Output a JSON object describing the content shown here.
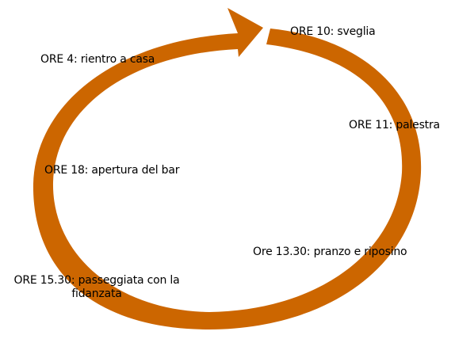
{
  "diagram": {
    "type": "cycle",
    "arrow_color": "#cc6600",
    "steps": [
      {
        "label": "ORE 10: sveglia"
      },
      {
        "label": "ORE 11: palestra"
      },
      {
        "label": "Ore 13.30: pranzo e riposino"
      },
      {
        "label": "ORE 15.30: passeggiata con la fidanzata"
      },
      {
        "label": "ORE 18: apertura del bar"
      },
      {
        "label": "ORE 4: rientro a casa"
      }
    ]
  }
}
